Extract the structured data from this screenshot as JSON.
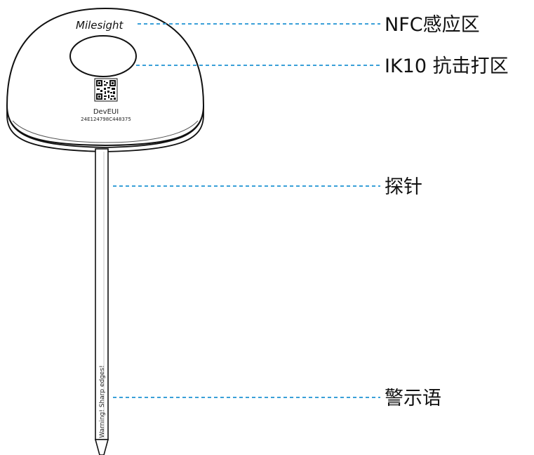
{
  "device": {
    "logo_text": "Milesight",
    "qr_caption": "DevEUI",
    "dev_eui": "24E124798C448375",
    "warning_text": "Warning! Sharp edges!"
  },
  "callouts": [
    {
      "id": "nfc",
      "label": "NFC感应区"
    },
    {
      "id": "ik10",
      "label": "IK10 抗击打区"
    },
    {
      "id": "probe",
      "label": "探针"
    },
    {
      "id": "warning",
      "label": "警示语"
    }
  ],
  "colors": {
    "leader_line": "#3aa0d8",
    "outline": "#111111",
    "background": "#ffffff"
  }
}
